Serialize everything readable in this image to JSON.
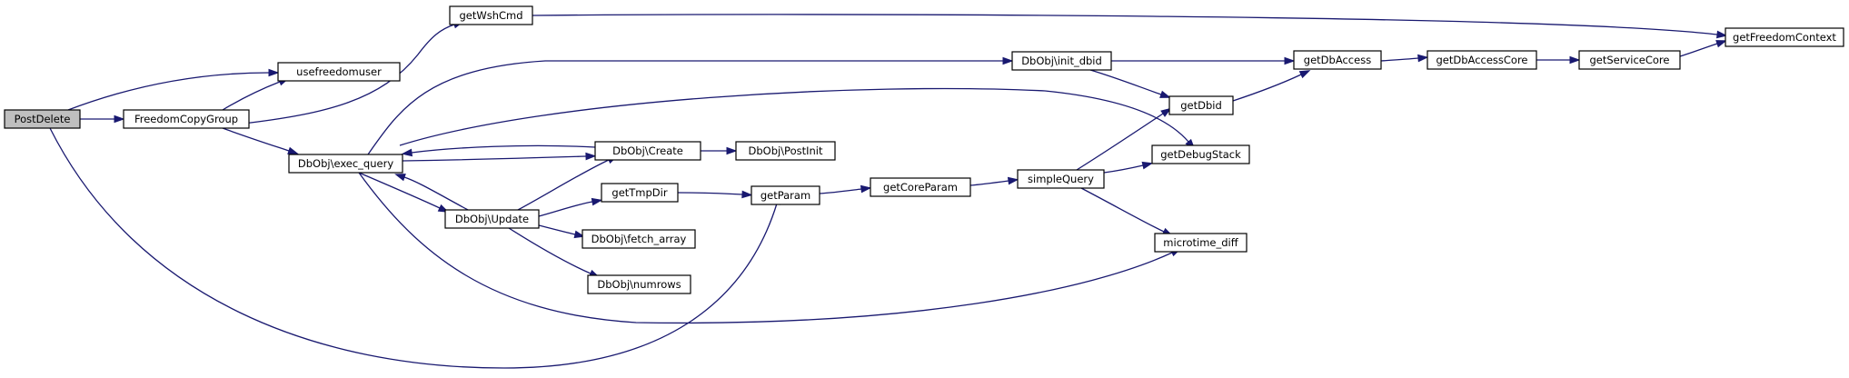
{
  "diagram": {
    "type": "call-graph",
    "colors": {
      "edge": "#191970",
      "root_fill": "#bfbfbf",
      "node_fill": "#ffffff",
      "node_border": "#000000"
    },
    "nodes": [
      {
        "id": "PostDelete",
        "label": "PostDelete",
        "root": true
      },
      {
        "id": "FreedomCopyGroup",
        "label": "FreedomCopyGroup"
      },
      {
        "id": "usefreedomuser",
        "label": "usefreedomuser"
      },
      {
        "id": "getWshCmd",
        "label": "getWshCmd"
      },
      {
        "id": "exec_query",
        "label": "DbObj\\exec_query"
      },
      {
        "id": "Create",
        "label": "DbObj\\Create"
      },
      {
        "id": "Update",
        "label": "DbObj\\Update"
      },
      {
        "id": "PostInit",
        "label": "DbObj\\PostInit"
      },
      {
        "id": "getTmpDir",
        "label": "getTmpDir"
      },
      {
        "id": "fetch_array",
        "label": "DbObj\\fetch_array"
      },
      {
        "id": "numrows",
        "label": "DbObj\\numrows"
      },
      {
        "id": "getParam",
        "label": "getParam"
      },
      {
        "id": "getCoreParam",
        "label": "getCoreParam"
      },
      {
        "id": "simpleQuery",
        "label": "simpleQuery"
      },
      {
        "id": "init_dbid",
        "label": "DbObj\\init_dbid"
      },
      {
        "id": "getDbid",
        "label": "getDbid"
      },
      {
        "id": "getDebugStack",
        "label": "getDebugStack"
      },
      {
        "id": "microtime_diff",
        "label": "microtime_diff"
      },
      {
        "id": "getDbAccess",
        "label": "getDbAccess"
      },
      {
        "id": "getDbAccessCore",
        "label": "getDbAccessCore"
      },
      {
        "id": "getServiceCore",
        "label": "getServiceCore"
      },
      {
        "id": "getFreedomContext",
        "label": "getFreedomContext"
      }
    ],
    "edges": [
      {
        "from": "PostDelete",
        "to": "FreedomCopyGroup"
      },
      {
        "from": "PostDelete",
        "to": "usefreedomuser"
      },
      {
        "from": "PostDelete",
        "to": "getParam"
      },
      {
        "from": "FreedomCopyGroup",
        "to": "usefreedomuser"
      },
      {
        "from": "FreedomCopyGroup",
        "to": "getWshCmd"
      },
      {
        "from": "FreedomCopyGroup",
        "to": "exec_query"
      },
      {
        "from": "getWshCmd",
        "to": "getFreedomContext"
      },
      {
        "from": "exec_query",
        "to": "Create"
      },
      {
        "from": "exec_query",
        "to": "Update"
      },
      {
        "from": "exec_query",
        "to": "init_dbid"
      },
      {
        "from": "exec_query",
        "to": "getDebugStack"
      },
      {
        "from": "exec_query",
        "to": "microtime_diff"
      },
      {
        "from": "Create",
        "to": "exec_query"
      },
      {
        "from": "Create",
        "to": "PostInit"
      },
      {
        "from": "Update",
        "to": "exec_query"
      },
      {
        "from": "Update",
        "to": "Create"
      },
      {
        "from": "Update",
        "to": "getTmpDir"
      },
      {
        "from": "Update",
        "to": "fetch_array"
      },
      {
        "from": "Update",
        "to": "numrows"
      },
      {
        "from": "getTmpDir",
        "to": "getParam"
      },
      {
        "from": "getParam",
        "to": "getCoreParam"
      },
      {
        "from": "getCoreParam",
        "to": "simpleQuery"
      },
      {
        "from": "simpleQuery",
        "to": "getDbid"
      },
      {
        "from": "simpleQuery",
        "to": "getDebugStack"
      },
      {
        "from": "simpleQuery",
        "to": "microtime_diff"
      },
      {
        "from": "init_dbid",
        "to": "getDbAccess"
      },
      {
        "from": "init_dbid",
        "to": "getDbid"
      },
      {
        "from": "getDbid",
        "to": "getDbAccess"
      },
      {
        "from": "getDbAccess",
        "to": "getDbAccessCore"
      },
      {
        "from": "getDbAccessCore",
        "to": "getServiceCore"
      },
      {
        "from": "getServiceCore",
        "to": "getFreedomContext"
      }
    ]
  }
}
